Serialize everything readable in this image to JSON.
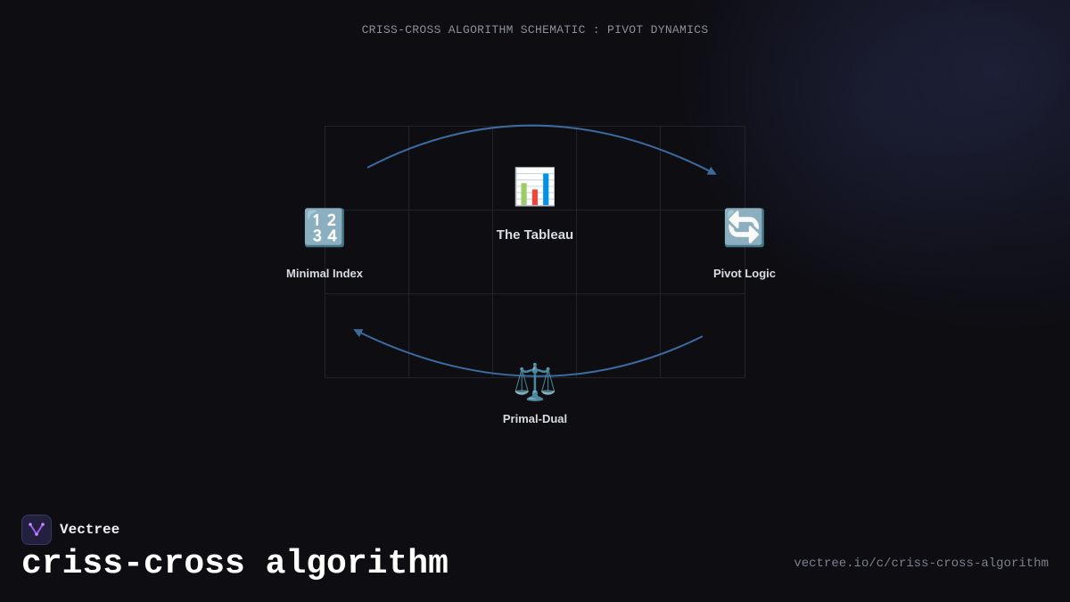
{
  "header": {
    "title": "CRISS-CROSS ALGORITHM SCHEMATIC : PIVOT DYNAMICS"
  },
  "nodes": {
    "tableau": {
      "label": "The Tableau",
      "icon": "bar-chart-icon",
      "glyph": "📊"
    },
    "minimal_index": {
      "label": "Minimal Index",
      "icon": "numbers-1234-icon",
      "glyph": "🔢"
    },
    "pivot_logic": {
      "label": "Pivot Logic",
      "icon": "cycle-arrows-icon",
      "glyph": "🔄"
    },
    "primal_dual": {
      "label": "Primal-Dual",
      "icon": "balance-scale-icon",
      "glyph": "⚖️"
    }
  },
  "colors": {
    "arrow": "#3d6a9e",
    "grid": "#22242c",
    "background": "#0d0d12"
  },
  "footer": {
    "brand": "Vectree",
    "title": "criss-cross algorithm",
    "url": "vectree.io/c/criss-cross-algorithm"
  }
}
